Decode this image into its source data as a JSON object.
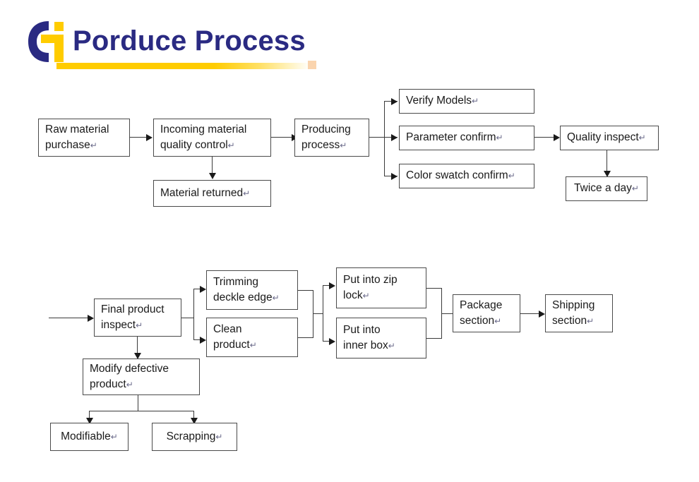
{
  "header": {
    "title": "Porduce Process",
    "logo_name": "company-logo",
    "colors": {
      "title_blue": "#2a2a82",
      "logo_blue": "#2a2a82",
      "logo_yellow": "#FFCC00",
      "rule_yellow": "#FFCC00",
      "accent_dot": "#FAD4AE"
    }
  },
  "return_mark": "↵",
  "flow": {
    "row1": [
      {
        "id": "raw-material-purchase",
        "label": "Raw material\npurchase"
      },
      {
        "id": "incoming-material-quality-control",
        "label": "Incoming material\nquality control"
      },
      {
        "id": "material-returned",
        "label": "Material returned"
      },
      {
        "id": "producing-process",
        "label": "Producing\nprocess"
      },
      {
        "id": "verify-models",
        "label": "Verify Models"
      },
      {
        "id": "parameter-confirm",
        "label": "Parameter confirm"
      },
      {
        "id": "color-swatch-confirm",
        "label": "Color swatch confirm"
      },
      {
        "id": "quality-inspect",
        "label": "Quality inspect"
      },
      {
        "id": "twice-a-day",
        "label": "Twice a day"
      }
    ],
    "row2": [
      {
        "id": "final-product-inspect",
        "label": "Final product\ninspect"
      },
      {
        "id": "trimming-deckle-edge",
        "label": "Trimming\ndeckle edge"
      },
      {
        "id": "clean-product",
        "label": "Clean\nproduct"
      },
      {
        "id": "put-into-zip-lock",
        "label": "Put into zip\nlock"
      },
      {
        "id": "put-into-inner-box",
        "label": "Put into\ninner box"
      },
      {
        "id": "package-section",
        "label": "Package\nsection"
      },
      {
        "id": "shipping-section",
        "label": "Shipping\nsection"
      },
      {
        "id": "modify-defective-product",
        "label": "Modify defective\nproduct"
      },
      {
        "id": "modifiable",
        "label": "Modifiable"
      },
      {
        "id": "scrapping",
        "label": "Scrapping"
      }
    ]
  }
}
